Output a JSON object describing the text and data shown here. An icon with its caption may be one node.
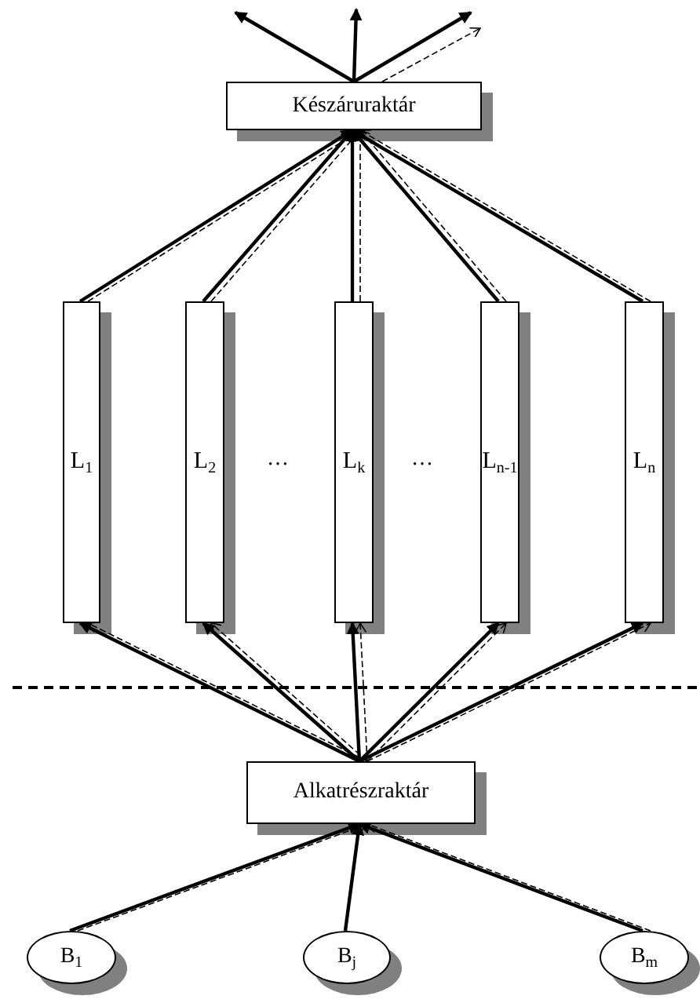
{
  "diagram": {
    "nodes": [
      {
        "text": [
          "Készáruraktár"
        ]
      },
      {
        "text": [
          "L$_{1}$"
        ]
      },
      {
        "text": [
          "L$_{2}$"
        ]
      },
      {
        "text": [
          "L$_{k}$"
        ]
      },
      {
        "text": [
          "L$_{n-1}$"
        ]
      },
      {
        "text": [
          "L$_{n}$"
        ]
      },
      {
        "text": [
          "Alkatrészraktár"
        ]
      },
      {
        "text": [
          "B$_{1}$"
        ]
      },
      {
        "text": [
          "B$_{j}$"
        ]
      },
      {
        "text": [
          "B$_{m}$"
        ]
      }
    ],
    "edges": [
      {
        "from": 0,
        "to": null,
        "arrow": "to"
      },
      {
        "from": 0,
        "to": null,
        "arrow": "to"
      },
      {
        "from": 0,
        "to": null,
        "arrow": "to"
      },
      {
        "from": 0,
        "to": null,
        "arrow": "to",
        "style": "dashed"
      },
      {
        "from": 1,
        "to": 0,
        "arrow": "to"
      },
      {
        "from": 1,
        "to": 0,
        "arrow": "to",
        "style": "dashed"
      },
      {
        "from": 2,
        "to": 0,
        "arrow": "to"
      },
      {
        "from": 2,
        "to": 0,
        "arrow": "to",
        "style": "dashed"
      },
      {
        "from": 3,
        "to": 0,
        "arrow": "to"
      },
      {
        "from": 3,
        "to": 0,
        "arrow": "to",
        "style": "dashed"
      },
      {
        "from": 4,
        "to": 0,
        "arrow": "to"
      },
      {
        "from": 4,
        "to": 0,
        "arrow": "to",
        "style": "dashed"
      },
      {
        "from": 5,
        "to": 0,
        "arrow": "to"
      },
      {
        "from": 5,
        "to": 0,
        "arrow": "to",
        "style": "dashed"
      },
      {
        "from": 6,
        "to": 1,
        "arrow": "to"
      },
      {
        "from": 6,
        "to": 1,
        "arrow": "to",
        "style": "dashed"
      },
      {
        "from": 6,
        "to": 2,
        "arrow": "to"
      },
      {
        "from": 6,
        "to": 2,
        "arrow": "to",
        "style": "dashed"
      },
      {
        "from": 6,
        "to": 3,
        "arrow": "to"
      },
      {
        "from": 6,
        "to": 3,
        "arrow": "to",
        "style": "dashed"
      },
      {
        "from": 6,
        "to": 4,
        "arrow": "to"
      },
      {
        "from": 6,
        "to": 4,
        "arrow": "to",
        "style": "dashed"
      },
      {
        "from": 6,
        "to": 5,
        "arrow": "to"
      },
      {
        "from": 6,
        "to": 5,
        "arrow": "to",
        "style": "dashed"
      },
      {
        "from": 7,
        "to": 6,
        "arrow": "to"
      },
      {
        "from": 7,
        "to": 6,
        "arrow": "to",
        "style": "dashed"
      },
      {
        "from": 8,
        "to": 6,
        "arrow": "to"
      },
      {
        "from": 9,
        "to": 6,
        "arrow": "to"
      },
      {
        "from": 9,
        "to": 6,
        "arrow": "to",
        "style": "dashed"
      }
    ],
    "labels": [
      "…",
      "…"
    ]
  }
}
